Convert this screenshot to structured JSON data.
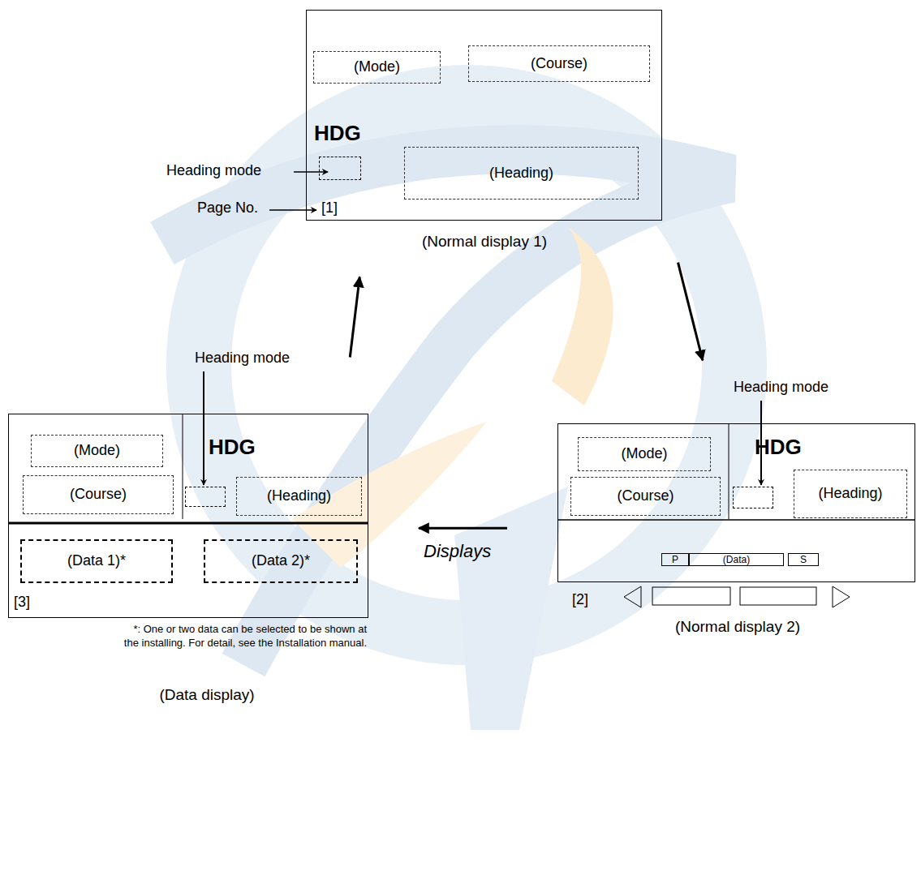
{
  "diagram": {
    "caption": "Displays",
    "nodes": [
      {
        "text": [
          "(Normal display 1)"
        ]
      },
      {
        "text": [
          "(Mode)"
        ],
        "in": 0
      },
      {
        "text": [
          "(Course)"
        ],
        "in": 0
      },
      {
        "text": [
          "(Heading)"
        ],
        "in": 0
      },
      {
        "text": [
          "(Normal display 2)"
        ]
      },
      {
        "text": [
          "(Mode)"
        ],
        "in": 4
      },
      {
        "text": [
          "(Course)"
        ],
        "in": 4
      },
      {
        "text": [
          "(Heading)"
        ],
        "in": 4
      },
      {
        "text": [
          "P"
        ],
        "in": 4
      },
      {
        "text": [
          "(Data)"
        ],
        "in": 4
      },
      {
        "text": [
          "S"
        ],
        "in": 4
      },
      {
        "text": [
          "(Data display)"
        ]
      },
      {
        "text": [
          "(Mode)"
        ],
        "in": 11
      },
      {
        "text": [
          "(Course)"
        ],
        "in": 11
      },
      {
        "text": [
          "(Heading)"
        ],
        "in": 11
      },
      {
        "text": [
          "(Data 1)*"
        ],
        "in": 11
      },
      {
        "text": [
          "(Data 2)*"
        ],
        "in": 11
      }
    ],
    "edges": [
      {
        "from": 11,
        "to": 0,
        "arrow": "to"
      },
      {
        "from": 0,
        "to": 4,
        "arrow": "to"
      },
      {
        "from": 4,
        "to": 11,
        "arrow": "to"
      }
    ],
    "labels": [
      "HDG",
      "Heading mode",
      "Page No.",
      "[1]",
      "Heading mode",
      "HDG",
      "[2]",
      "Heading mode",
      "HDG",
      "[3]",
      "*: One or two data can be selected to be shown at the installing. For detail, see the Installation manual."
    ]
  }
}
